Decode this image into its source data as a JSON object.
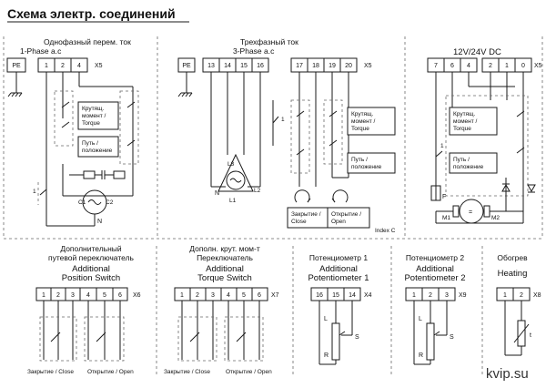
{
  "title": "Схема электр. соединений",
  "watermark": "kvip.su",
  "index_label": "Index C",
  "symbols": {
    "pe": "PE",
    "x5": "X5",
    "x6": "X6",
    "x7": "X7",
    "x4": "X4",
    "x9": "X9",
    "x8": "X8",
    "f": "F",
    "s": "S",
    "t": "t",
    "l": "L",
    "r": "R",
    "n": "N",
    "m1": "M1",
    "m2": "M2",
    "c1": "C1",
    "c2": "C2",
    "l1": "L1",
    "l2": "L2",
    "l3": "L3"
  },
  "single_phase": {
    "title_ru": "Однофазный перем. ток",
    "title_en": "1-Phase a.c",
    "terminals": [
      "PE",
      "1",
      "2",
      "4"
    ],
    "torque_label": "Крутящ. момент / Torque",
    "position_label": "Путь / положение",
    "torque_lines": [
      "Крутящ.",
      "момент /",
      "Torque"
    ],
    "position_lines": [
      "Путь /",
      "положение"
    ]
  },
  "three_phase": {
    "title_ru": "Трехфазный ток",
    "title_en": "3-Phase a.c",
    "terminals": [
      "PE",
      "13",
      "14",
      "15",
      "16",
      "17",
      "18",
      "19",
      "20"
    ],
    "torque_lines": [
      "Крутящ.",
      "момент /",
      "Torque"
    ],
    "position_lines": [
      "Путь /",
      "положение"
    ],
    "close_lines": [
      "Закрытие /",
      "Close"
    ],
    "open_lines": [
      "Открытие /",
      "Open"
    ]
  },
  "dc": {
    "title": "12V/24V DC",
    "terminals": [
      "7",
      "6",
      "4",
      "2",
      "1",
      "0"
    ],
    "torque_lines": [
      "Крутящ.",
      "момент /",
      "Torque"
    ],
    "position_lines": [
      "Путь /",
      "положение"
    ]
  },
  "position_switch": {
    "title_ru_1": "Дополнительный",
    "title_ru_2": "путевой переключатель",
    "title_en_1": "Additional",
    "title_en_2": "Position Switch",
    "terminals": [
      "1",
      "2",
      "3",
      "4",
      "5",
      "6"
    ],
    "close_label": "Закрытие / Close",
    "open_label": "Открытие / Open"
  },
  "torque_switch": {
    "title_ru_1": "Дополн. крут. мом-т",
    "title_ru_2": "Переключатель",
    "title_en_1": "Additional",
    "title_en_2": "Torque Switch",
    "terminals": [
      "1",
      "2",
      "3",
      "4",
      "5",
      "6"
    ],
    "close_label": "Закрытие / Close",
    "open_label": "Открытие / Open"
  },
  "potentiometer_1": {
    "title_ru": "Потенциометр 1",
    "title_en_1": "Additional",
    "title_en_2": "Potentiometer 1",
    "terminals": [
      "16",
      "15",
      "14"
    ]
  },
  "potentiometer_2": {
    "title_ru": "Потенциометр 2",
    "title_en_1": "Additional",
    "title_en_2": "Potentiometer 2",
    "terminals": [
      "1",
      "2",
      "3"
    ]
  },
  "heating": {
    "title_ru": "Обогрев",
    "title_en": "Heating",
    "terminals": [
      "1",
      "2"
    ]
  }
}
